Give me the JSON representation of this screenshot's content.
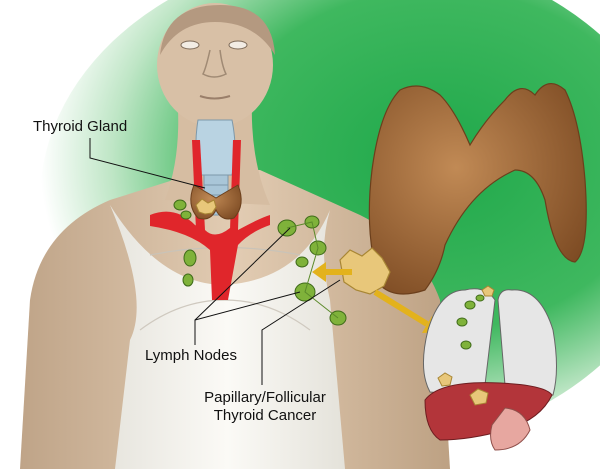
{
  "labels": {
    "thyroid_gland": "Thyroid Gland",
    "lymph_nodes": "Lymph Nodes",
    "cancer_line1": "Papillary/Follicular",
    "cancer_line2": "Thyroid Cancer"
  },
  "colors": {
    "background_glow": "#1fa84a",
    "skin": "#d9c3aa",
    "shirt": "#f4f2ec",
    "artery": "#e0262b",
    "thyroid": "#a86b3c",
    "tumor": "#e8c77a",
    "lymph_node": "#7fb23a",
    "arrow": "#e3b21c",
    "lung": "#e6e6e6",
    "liver": "#b3353a"
  }
}
